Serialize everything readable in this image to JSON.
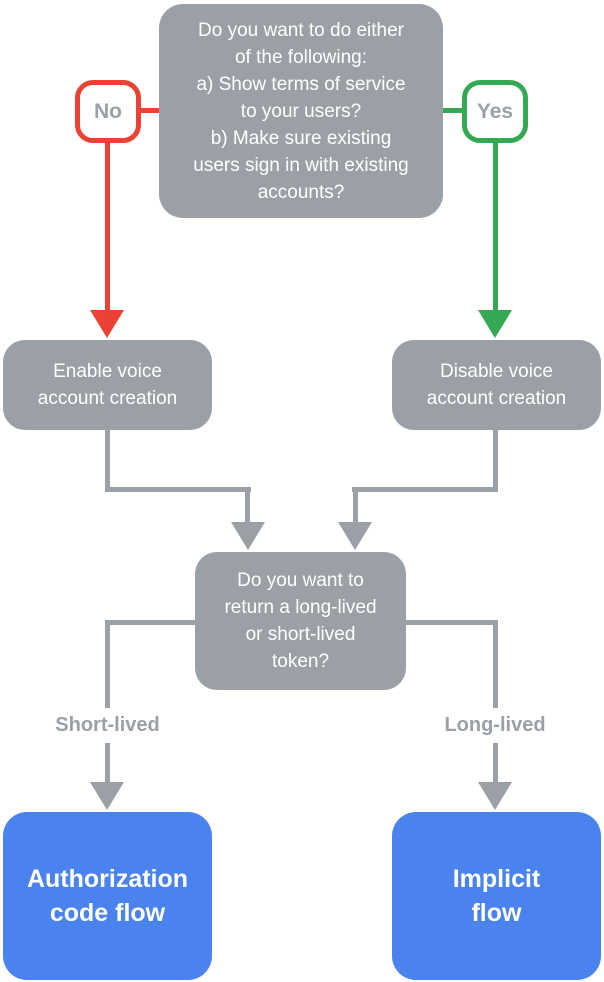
{
  "colors": {
    "background": "#FFFFFF",
    "node_gray": "#9AA0A6",
    "branch_red": "#EA4335",
    "branch_green": "#34A853",
    "result_blue": "#4A82EE",
    "node_text": "#FFFFFF",
    "label_text_gray": "#9AA0A6"
  },
  "flowchart": {
    "question_terms": "Do you want to do either\nof the following:\na) Show terms of service\nto your users?\nb) Make sure existing\nusers sign in with existing\naccounts?",
    "no_label": "No",
    "yes_label": "Yes",
    "enable_node": "Enable voice\naccount creation",
    "disable_node": "Disable voice\naccount creation",
    "question_token": "Do you want to\nreturn a long-lived\nor short-lived\ntoken?",
    "short_lived_label": "Short-lived",
    "long_lived_label": "Long-lived",
    "auth_code_node": "Authorization\ncode flow",
    "implicit_node": "Implicit\nflow"
  }
}
